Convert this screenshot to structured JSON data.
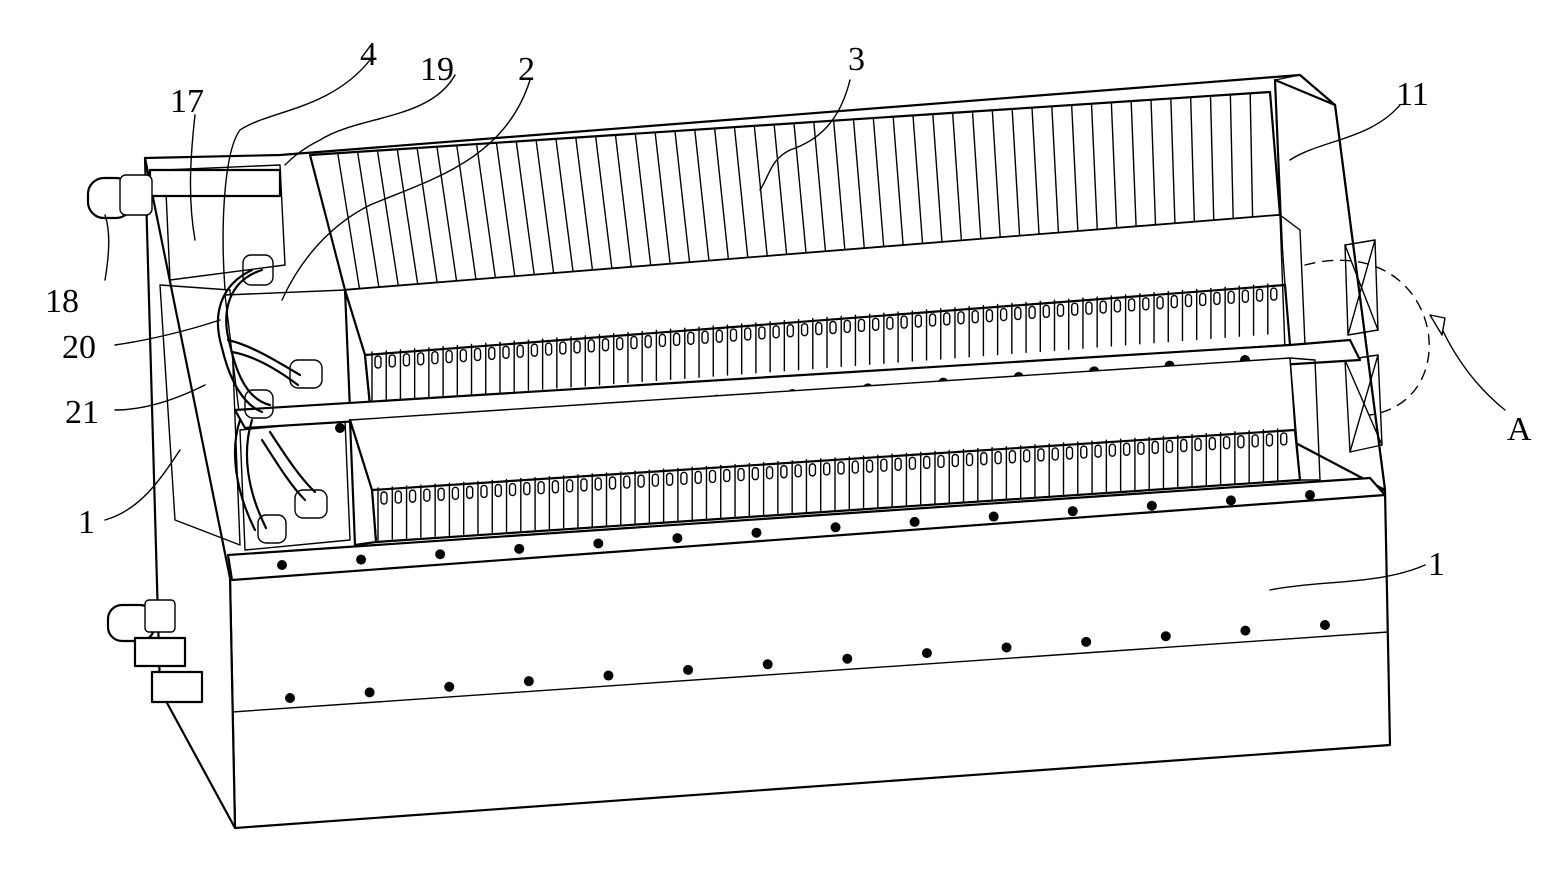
{
  "labels": {
    "l1a": "1",
    "l1b": "1",
    "l2": "2",
    "l3": "3",
    "l4": "4",
    "l11": "11",
    "l17": "17",
    "l18": "18",
    "l19": "19",
    "l20": "20",
    "l21": "21",
    "lA": "A"
  }
}
